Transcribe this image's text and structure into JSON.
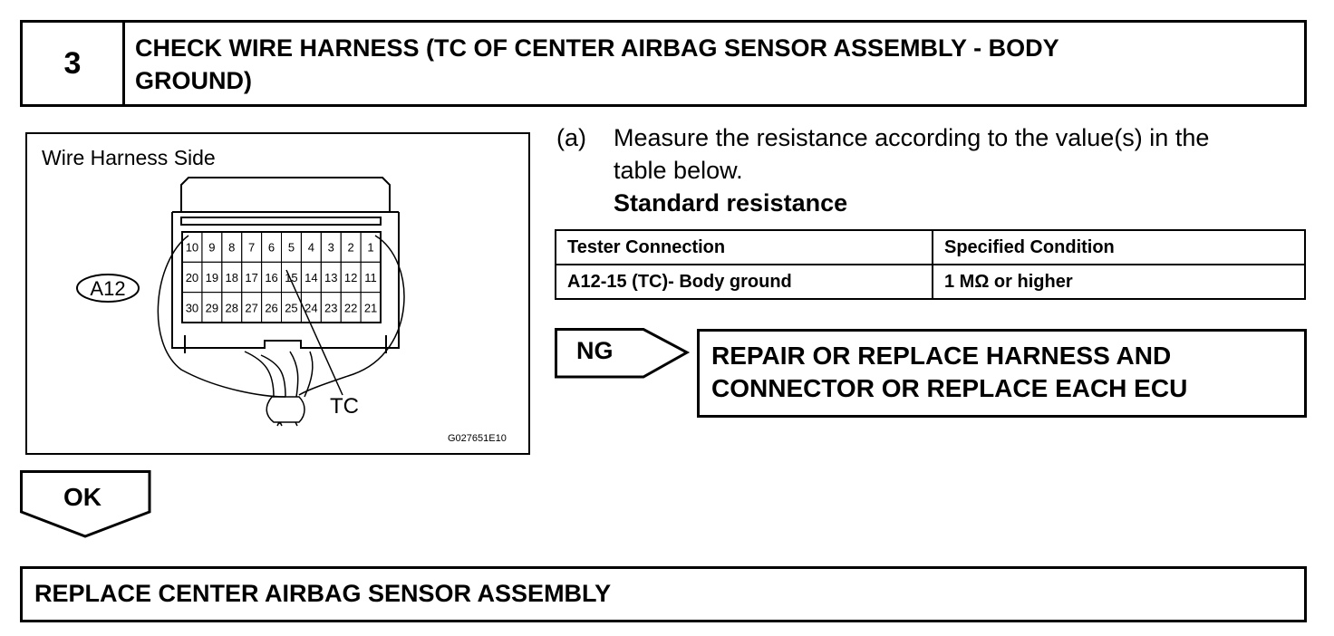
{
  "step": {
    "number": "3",
    "title_line1": "CHECK WIRE HARNESS (TC OF CENTER AIRBAG SENSOR ASSEMBLY - BODY",
    "title_line2": "GROUND)"
  },
  "figure": {
    "caption": "Wire Harness Side",
    "connector_id": "A12",
    "pins_row1": [
      "10",
      "9",
      "8",
      "7",
      "6",
      "5",
      "4",
      "3",
      "2",
      "1"
    ],
    "pins_row2": [
      "20",
      "19",
      "18",
      "17",
      "16",
      "15",
      "14",
      "13",
      "12",
      "11"
    ],
    "pins_row3": [
      "30",
      "29",
      "28",
      "27",
      "26",
      "25",
      "24",
      "23",
      "22",
      "21"
    ],
    "terminal_label": "TC",
    "figure_code": "G027651E10"
  },
  "instruction": {
    "marker": "(a)",
    "line1": "Measure the resistance according to the value(s) in the",
    "line2": "table below.",
    "standard_label": "Standard resistance"
  },
  "table": {
    "headers": [
      "Tester Connection",
      "Specified Condition"
    ],
    "rows": [
      [
        "A12-15 (TC)- Body ground",
        "1 MΩ or higher"
      ]
    ]
  },
  "ng": {
    "label": "NG",
    "result_line1": "REPAIR OR REPLACE HARNESS AND",
    "result_line2": "CONNECTOR OR REPLACE EACH ECU"
  },
  "ok": {
    "label": "OK"
  },
  "final": {
    "text": "REPLACE CENTER AIRBAG SENSOR ASSEMBLY"
  }
}
